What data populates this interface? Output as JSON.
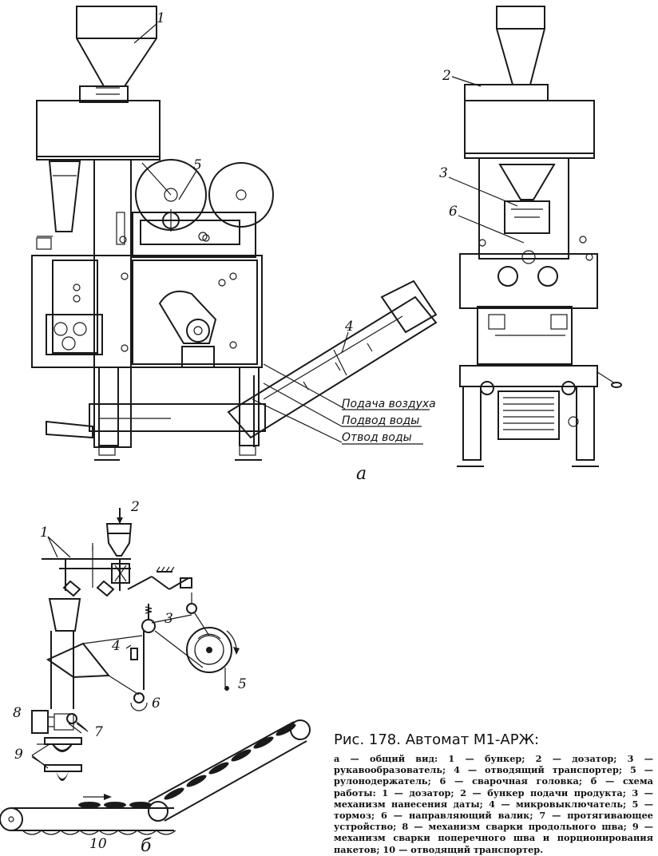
{
  "caption": {
    "title": "Рис. 178. Автомат М1-АРЖ:",
    "body": "а — общий вид: 1 — бункер; 2 — дозатор; 3 — рукавообразователь; 4 — отводящий транспортер; 5 — рулонодержатель; 6 — сварочная головка; б — схема работы: 1 — дозатор; 2 — бункер подачи продукта; 3 — механизм нанесения даты; 4 — микровыключатель; 5 — тормоз; 6 — направляющий валик; 7 — протягивающее устройство; 8 — механизм сварки продольного шва; 9 — механизм сварки поперечного шва и порционирования пакетов; 10 — отводящий транспортер."
  },
  "view_a": {
    "letter": "а",
    "labels": [
      "1",
      "5",
      "4",
      "2",
      "3",
      "6"
    ],
    "callouts": [
      "Подача воздуха",
      "Подвод воды",
      "Отвод воды"
    ]
  },
  "view_b": {
    "letter": "б",
    "labels": [
      "2",
      "1",
      "3",
      "4",
      "5",
      "6",
      "8",
      "7",
      "9",
      "10"
    ]
  }
}
